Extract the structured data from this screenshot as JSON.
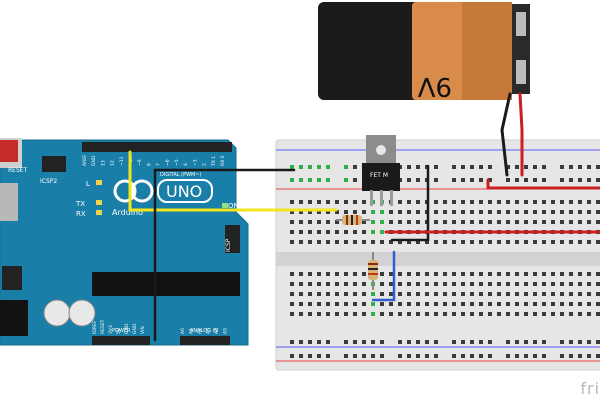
{
  "battery": {
    "voltage_label": "9V"
  },
  "mosfet": {
    "label": "FET M"
  },
  "arduino": {
    "brand": "Arduino",
    "model": "UNO",
    "reset_label": "RESET",
    "icsp2_label": "ICSP2",
    "icsp_label": "ICSP",
    "digital_label": "DIGITAL (PWM~)",
    "power_label": "POWER",
    "analog_label": "ANALOG IN",
    "on_label": "ON",
    "led_l": "L",
    "led_tx": "TX",
    "led_rx": "RX",
    "top_pins": [
      "AREF",
      "GND",
      "13",
      "12",
      "~11",
      "~10",
      "~9",
      "8",
      "7",
      "~6",
      "~5",
      "4",
      "~3",
      "2",
      "TX 1",
      "RX 0"
    ],
    "power_pins": [
      "IOREF",
      "RESET",
      "3V3",
      "5V",
      "GND",
      "GND",
      "VIN"
    ],
    "analog_pins": [
      "A0",
      "A1",
      "A2",
      "A3",
      "A4",
      "A5"
    ]
  },
  "watermark": "fri",
  "colors": {
    "arduino_blue": "#1a7fa8",
    "breadboard": "#e8e8e8",
    "battery_orange": "#d98c4a",
    "wire_red": "#cc1f1f",
    "wire_black": "#1a1a1a",
    "wire_yellow": "#f2e61a",
    "wire_blue": "#2e5fd6",
    "hole_green": "#2fae4a"
  }
}
